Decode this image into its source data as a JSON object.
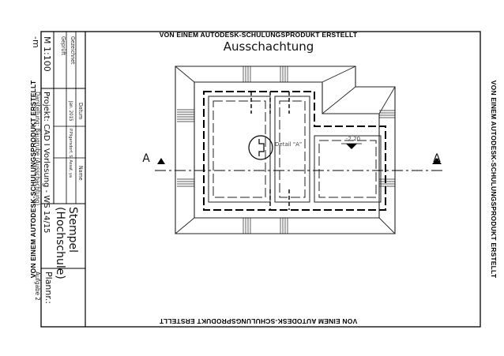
{
  "watermark": "VON EINEM AUTODESK-SCHULUNGSPRODUKT ERSTELLT",
  "plan": {
    "title": "Ausschachtung",
    "detail_label": "Detail \"A\"",
    "level": "-2.20",
    "section_marker": "A"
  },
  "title_block": {
    "gezeichnet": "Gezeichnet",
    "geprueft": "Geprüft",
    "datum_header": "Datum",
    "name_header": "Name",
    "datum_value": "Jan. 2015",
    "name_value": "P.Pilgersdorf, S. Assaf, ya",
    "scale": "M 1:100",
    "unit": "-m",
    "projekt": "Projekt: CAD I Vorlesung - WS 14/15",
    "darstellung": "Darstellung: Baugrube (Ausschachtung)",
    "stempel_line1": "Stempel",
    "stempel_line2": "(Hochschule)",
    "plannr": "Plannr.:",
    "aufgabe": "Aufgabe 2"
  }
}
